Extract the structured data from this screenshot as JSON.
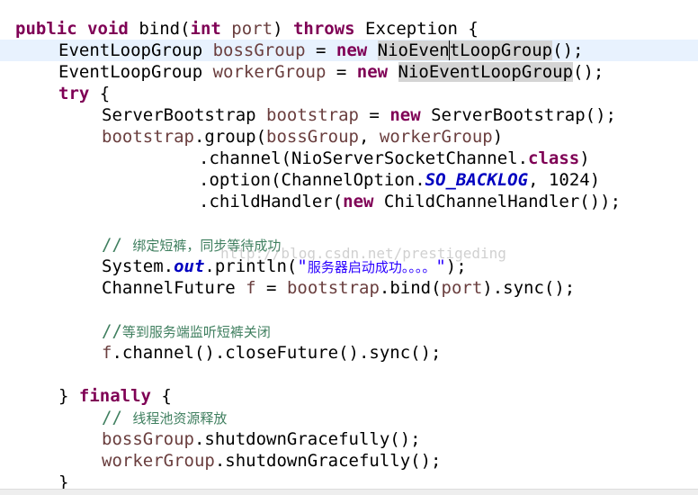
{
  "code": {
    "l1": {
      "kw_public": "public",
      "kw_void": "void",
      "name": "bind(",
      "kw_int": "int",
      "param": "port",
      "close": ") ",
      "kw_throws": "throws",
      "rest": " Exception {"
    },
    "l2": {
      "type": "EventLoopGroup ",
      "var": "bossGroup",
      "eq": " = ",
      "kw_new": "new",
      "occ_a": "NioEven",
      "occ_b": "tLoopGroup",
      "tail": "();"
    },
    "l3": {
      "type": "EventLoopGroup ",
      "var": "workerGroup",
      "eq": " = ",
      "kw_new": "new",
      "occ": "NioEventLoopGroup",
      "tail": "();"
    },
    "l4": {
      "kw_try": "try",
      "rest": " {"
    },
    "l5": {
      "type": "ServerBootstrap ",
      "var": "bootstrap",
      "eq": " = ",
      "kw_new": "new",
      "rest": " ServerBootstrap();"
    },
    "l6": {
      "var1": "bootstrap",
      "mid": ".group(",
      "var2": "bossGroup",
      "sep": ", ",
      "var3": "workerGroup",
      "tail": ")"
    },
    "l7": {
      "pre": ".channel(NioServerSocketChannel.",
      "kw_class": "class",
      "tail": ")"
    },
    "l8": {
      "pre": ".option(ChannelOption.",
      "field": "SO_BACKLOG",
      "tail": ", 1024)"
    },
    "l9": {
      "pre": ".childHandler(",
      "kw_new": "new",
      "tail": " ChildChannelHandler());"
    },
    "l11": {
      "slashes": "// ",
      "text": "绑定短裤，同步等待成功"
    },
    "l12": {
      "pre": "System.",
      "field": "out",
      "mid": ".println(",
      "str_q1": "\"",
      "str_text": "服务器启动成功。。。。",
      "str_q2": "\"",
      "tail": ");"
    },
    "l13": {
      "type": "ChannelFuture ",
      "var": "f",
      "eq": " = ",
      "var2": "bootstrap",
      "mid": ".bind(",
      "var3": "port",
      "tail": ").sync();"
    },
    "l15": {
      "slashes": "//",
      "text": "等到服务端监听短裤关闭"
    },
    "l16": {
      "var": "f",
      "tail": ".channel().closeFuture().sync();"
    },
    "l18": {
      "pre": "} ",
      "kw_finally": "finally",
      "tail": " {"
    },
    "l19": {
      "slashes": "// ",
      "text": "线程池资源释放"
    },
    "l20": {
      "var": "bossGroup",
      "tail": ".shutdownGracefully();"
    },
    "l21": {
      "var": "workerGroup",
      "tail": ".shutdownGracefully();"
    },
    "l22": {
      "brace": "}"
    }
  },
  "watermark": "http://blog.csdn.net/prestigeding"
}
